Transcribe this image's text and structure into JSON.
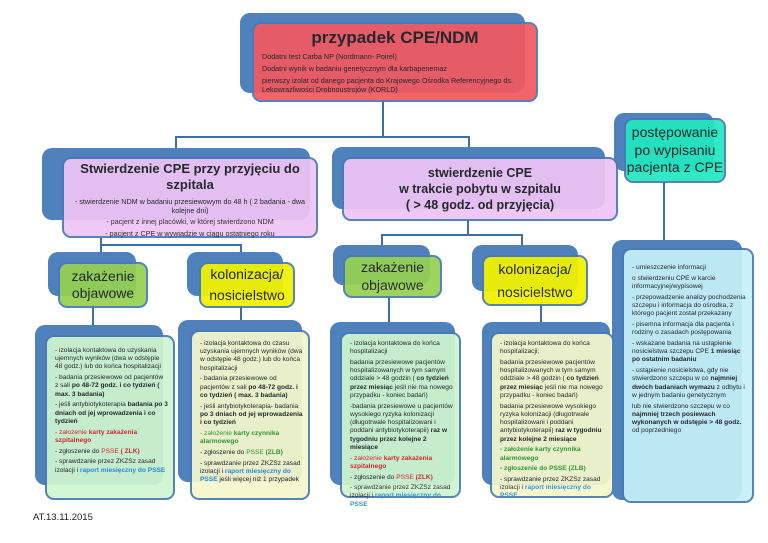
{
  "top": {
    "title": "przypadek CPE/NDM",
    "lines": [
      "Dodatni test  Carba NP (Nordmann- Poirel)",
      "Dodatni wynik  w  badaniu genetycznym dla karbapenemaz",
      "pierwszy izolat  od danego pacjenta   do  Krajowego Ośrodka Referencyjnego ds. Lekowrażliwości Drobnoustrojów (KORLD)"
    ]
  },
  "left": {
    "title": "Stwierdzenie CPE przy przyjęciu do szpitala",
    "lines": [
      "- stwierdzenie  NDM w badaniu  przesiewowym do 48 h ( 2 badania - dwa kolejne dni)",
      "- pacjent z innej placówki, w której stwierdzono NDM",
      "- pacjent z CPE w wywiadzie w ciągu ostatniego roku"
    ]
  },
  "middle": {
    "lines": [
      "stwierdzenie CPE",
      "w trakcie pobytu w szpitalu",
      "( > 48 godz. od przyjęcia)"
    ]
  },
  "right": {
    "lines": [
      "postępowanie",
      "po wypisaniu",
      "pacjenta z CPE"
    ]
  },
  "headers": {
    "infection": [
      "zakażenie",
      "objawowe"
    ],
    "colonization": [
      "kolonizacja/",
      "nosicielstwo"
    ]
  },
  "boxes": [
    [
      [
        [
          "- izolacja kontaktowa do  uzyskania ujemnych wyników (dwa w odstępie 48 godz.) lub do końca hospitalizacji",
          "n"
        ]
      ],
      [
        [
          "- badania przesiewowe od pacjentów z sali ",
          "n"
        ],
        [
          "po 48-72 godz. i co tydzień ( max. 3 badania)",
          "b"
        ]
      ],
      [
        [
          "- jeśli antybiotykoterapia ",
          "n"
        ],
        [
          "badania po 3 dniach od jej wprowadzenia i co tydzień",
          "b"
        ]
      ],
      [
        [
          "- założenie ",
          "r"
        ],
        [
          "karty zakażenia szpitalnego",
          "rb"
        ]
      ],
      [
        [
          "- zgłoszenie do ",
          "n"
        ],
        [
          "PSSE",
          "r"
        ],
        [
          " ( ZLK)",
          "rb"
        ]
      ],
      [
        [
          "- sprawdzanie przez ZKZSz zasad izolacji i ",
          "n"
        ],
        [
          "raport miesięczny do PSSE",
          "bl"
        ]
      ]
    ],
    [
      [
        [
          "- izolacja kontaktowa do czasu uzyskania  ujemnych wyników (dwa w odstępie 48 godz.) lub do końca hospitalizacji",
          "n"
        ]
      ],
      [
        [
          "- badania przesiewowe od pacjentów z sali ",
          "n"
        ],
        [
          "po 48-72 godz. i co tydzień ( max. 3 badania)",
          "b"
        ]
      ],
      [
        [
          "- jeśli antybiotykoterapia- badania ",
          "n"
        ],
        [
          "po 3 dniach od jej wprowadzenia i co tydzień",
          "b"
        ]
      ],
      [
        [
          "- założenie ",
          "g"
        ],
        [
          "karty czynnika alarmowego",
          "gb"
        ]
      ],
      [
        [
          "- zgłoszenie do ",
          "n"
        ],
        [
          "PSSE",
          "g"
        ],
        [
          "  (ZLB)",
          "gb"
        ]
      ],
      [
        [
          "- sprawdzanie przez ZKZSz zasad izolacji i ",
          "n"
        ],
        [
          "raport miesięczny do PSSE",
          "bl"
        ],
        [
          " jeśli więcej niż 1 przypadek",
          "n"
        ]
      ]
    ],
    [
      [
        [
          "- izolacja kontaktowa do końca hospitalizacji",
          "n"
        ]
      ],
      [
        [
          "badania przesiewowe pacjentów hospitalizowanych w tym samym oddziale  > 48 godzin ( ",
          "n"
        ],
        [
          "co tydzień przez miesiąc",
          "b"
        ],
        [
          " jeśli nie ma nowego przypadku - koniec badań)",
          "n"
        ]
      ],
      [
        [
          "-badania przesiewowe u pacjentów wysokiego ryzyka kolonizacji (długotrwale hospitalizowani i poddani antybiotykoterapii) ",
          "n"
        ],
        [
          "raz w tygodniu przez kolejne 2 miesiące",
          "b"
        ]
      ],
      [
        [
          "- założenie ",
          "r"
        ],
        [
          "karty zakażenia szpitalnego",
          "rb"
        ]
      ],
      [
        [
          " - zgłoszenie do ",
          "n"
        ],
        [
          "PSSE",
          "r"
        ],
        [
          " (ZLK)",
          "rb"
        ]
      ],
      [
        [
          "- sprawdzanie przez ZKZSz  zasad izolacji i ",
          "n"
        ],
        [
          "raport miesięczny do PSSE",
          "bl"
        ]
      ]
    ],
    [
      [
        [
          "- izolacja kontaktowa do końca hospitalizacji;",
          "n"
        ]
      ],
      [
        [
          "badania przesiewowe pacjentów hospitalizowanych w tym samym oddziale  > 48 godzin ( ",
          "n"
        ],
        [
          "co tydzień przez miesiąc",
          "b"
        ],
        [
          " jeśli nie ma nowego przypadku - koniec badań)",
          "n"
        ]
      ],
      [
        [
          "badania przesiewowe wysokiego ryzyka kolonizacji (długotrwale hospitalizowani i poddani antybiotykoterapii) ",
          "n"
        ],
        [
          "raz w tygodniu przez kolejne 2 miesiące",
          "b"
        ]
      ],
      [
        [
          "- założenie karty czynnika alarmowego",
          "gb"
        ]
      ],
      [
        [
          "- zgłoszenie do PSSE (ZLB)",
          "gb"
        ]
      ],
      [
        [
          "- sprawdzanie przez ZKZSz  zasad izolacji i ",
          "n"
        ],
        [
          "raport miesięczny do PSSE",
          "bl"
        ]
      ]
    ],
    [
      [
        [
          "- umieszczenie informacji",
          "n"
        ]
      ],
      [
        [
          "o stwierdzeniu CPE w karcie informacyjnej/wypisowej",
          "n"
        ]
      ],
      [
        [
          "-  przepowadzenie analizy pochodzenia szczepu i informacja do ośrodka, z którego pacjent został przekazany",
          "n"
        ]
      ],
      [
        [
          "- pisemna informacja dla pacjenta i rodziny o zasadach postępowania",
          "n"
        ]
      ],
      [
        [
          "- wskazane badania na ustąpienie nosicielstwa szczepu CPE ",
          "n"
        ],
        [
          "1 miesiąc po ostatnim badaniu",
          "b"
        ]
      ],
      [
        [
          "- ustąpienie nosicielstwa, gdy nie stwierdzono szczepu w co ",
          "n"
        ],
        [
          "najmniej dwóch badaniach wymazu",
          "b"
        ],
        [
          " z odbytu i w jednym badaniu genetycznym",
          "n"
        ]
      ],
      [
        [
          "lub nie stwierdzono szczepu w co ",
          "n"
        ],
        [
          "najmniej trzech posiewach wykonanych w odstępie > 48 godz.",
          "b"
        ],
        [
          " od poprzedniego",
          "n"
        ]
      ]
    ]
  ],
  "footer": "AT.13.11.2015"
}
